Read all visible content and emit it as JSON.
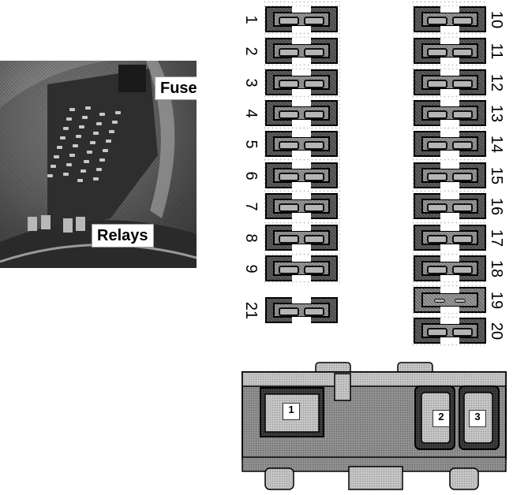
{
  "photo": {
    "labels": {
      "fuses": "Fuses",
      "relays": "Relays"
    }
  },
  "fuses": {
    "left": [
      "1",
      "2",
      "3",
      "4",
      "5",
      "6",
      "7",
      "8",
      "9"
    ],
    "extra_left": "21",
    "right": [
      "10",
      "11",
      "12",
      "13",
      "14",
      "15",
      "16",
      "17",
      "18",
      "19",
      "20"
    ]
  },
  "relays": [
    "1",
    "2",
    "3"
  ],
  "colors": {
    "fuse_dark": "#5f5f5f",
    "fuse_body": "#9a9a9a",
    "relay_block": "#8f8f8f",
    "label_border": "#9a9a9a"
  }
}
